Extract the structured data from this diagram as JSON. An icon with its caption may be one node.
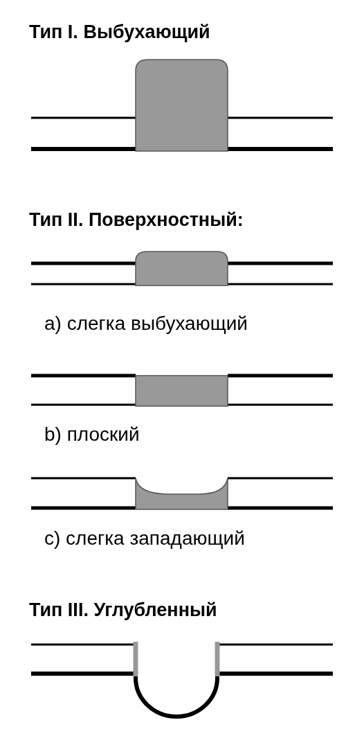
{
  "diagram": {
    "labels": [
      "Тип I. Выбухающий",
      "Тип II. Поверхностный:",
      "a) слегка выбухающий",
      "b) плоский",
      "c) слегка западающий",
      "Тип III. Углубленный"
    ]
  }
}
